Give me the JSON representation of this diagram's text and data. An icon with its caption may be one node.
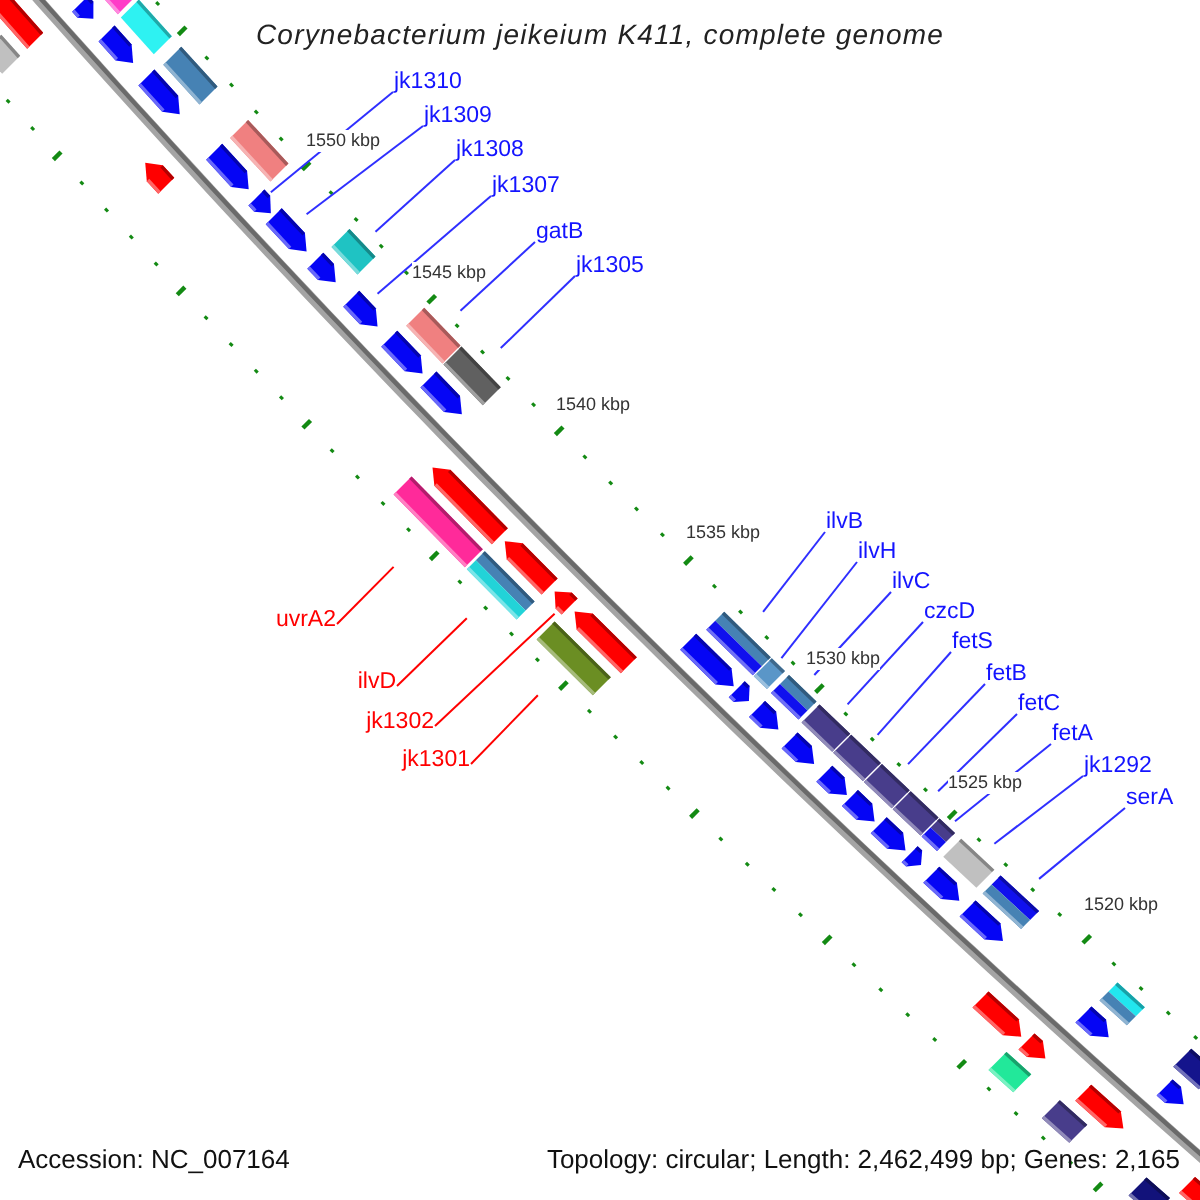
{
  "diagram": {
    "title": "Corynebacterium jeikeium K411, complete genome",
    "nodes": [
      {
        "text": [
          "jk1310"
        ]
      },
      {
        "text": [
          "jk1309"
        ]
      },
      {
        "text": [
          "jk1308"
        ]
      },
      {
        "text": [
          "jk1307"
        ]
      },
      {
        "text": [
          "gatB"
        ]
      },
      {
        "text": [
          "jk1305"
        ]
      },
      {
        "text": [
          "ilvB"
        ]
      },
      {
        "text": [
          "ilvH"
        ]
      },
      {
        "text": [
          "ilvC"
        ]
      },
      {
        "text": [
          "czcD"
        ]
      },
      {
        "text": [
          "fetS"
        ]
      },
      {
        "text": [
          "fetB"
        ]
      },
      {
        "text": [
          "fetC"
        ]
      },
      {
        "text": [
          "fetA"
        ]
      },
      {
        "text": [
          "jk1292"
        ]
      },
      {
        "text": [
          "serA"
        ]
      },
      {
        "text": [
          "uvrA2"
        ]
      },
      {
        "text": [
          "ilvD"
        ]
      },
      {
        "text": [
          "jk1302"
        ]
      },
      {
        "text": [
          "jk1301"
        ]
      },
      {
        "text": [],
        "shape": "pentagon"
      },
      {
        "text": [],
        "shape": "bar"
      },
      {
        "text": [],
        "shape": "bar"
      },
      {
        "text": [],
        "shape": "pentagon"
      },
      {
        "text": [],
        "shape": "bar"
      },
      {
        "text": [],
        "shape": "pentagon"
      },
      {
        "text": [],
        "shape": "pentagon"
      },
      {
        "text": [],
        "shape": "bar"
      },
      {
        "text": [],
        "shape": "pentagon"
      },
      {
        "text": [],
        "shape": "pentagon"
      },
      {
        "text": [],
        "shape": "bar"
      },
      {
        "text": [],
        "shape": "pentagon"
      },
      {
        "text": [],
        "shape": "pentagon"
      },
      {
        "text": [],
        "shape": "pentagon"
      },
      {
        "text": [],
        "shape": "bar"
      },
      {
        "text": [],
        "shape": "pentagon"
      },
      {
        "text": [],
        "shape": "pentagon"
      },
      {
        "text": [],
        "shape": "bar"
      },
      {
        "text": [],
        "shape": "pentagon"
      },
      {
        "text": [],
        "shape": "bar"
      },
      {
        "text": [],
        "shape": "bar"
      },
      {
        "text": [],
        "shape": "pentagon"
      },
      {
        "text": [],
        "shape": "bar"
      },
      {
        "text": [],
        "shape": "pentagon"
      },
      {
        "text": [],
        "shape": "pentagon"
      },
      {
        "text": [],
        "shape": "bar"
      },
      {
        "text": [],
        "shape": "pentagon"
      },
      {
        "text": [],
        "shape": "pentagon"
      },
      {
        "text": [],
        "shape": "bar"
      },
      {
        "text": [],
        "shape": "pentagon"
      },
      {
        "text": [],
        "shape": "bar"
      },
      {
        "text": [],
        "shape": "bar"
      },
      {
        "text": [],
        "shape": "pentagon"
      },
      {
        "text": [],
        "shape": "bar"
      },
      {
        "text": [],
        "shape": "pentagon"
      },
      {
        "text": [],
        "shape": "bar"
      },
      {
        "text": [],
        "shape": "pentagon"
      },
      {
        "text": [],
        "shape": "bar"
      },
      {
        "text": [],
        "shape": "pentagon"
      },
      {
        "text": [],
        "shape": "bar"
      },
      {
        "text": [],
        "shape": "pentagon"
      },
      {
        "text": [],
        "shape": "bar"
      },
      {
        "text": [],
        "shape": "pentagon"
      },
      {
        "text": [],
        "shape": "bar"
      },
      {
        "text": [],
        "shape": "pentagon"
      },
      {
        "text": [],
        "shape": "bar"
      },
      {
        "text": [],
        "shape": "pentagon"
      },
      {
        "text": [],
        "shape": "pentagon"
      },
      {
        "text": [],
        "shape": "bar"
      },
      {
        "text": [],
        "shape": "pentagon"
      },
      {
        "text": [],
        "shape": "pentagon"
      },
      {
        "text": [],
        "shape": "bar"
      },
      {
        "text": [],
        "shape": "bar"
      },
      {
        "text": [],
        "shape": "pentagon"
      },
      {
        "text": [],
        "shape": "bar"
      },
      {
        "text": [],
        "shape": "pentagon"
      },
      {
        "text": [],
        "shape": "bar"
      },
      {
        "text": [],
        "shape": "pentagon"
      }
    ],
    "edges": [
      {
        "from": 0,
        "to": 31,
        "arrow": "none"
      },
      {
        "from": 1,
        "to": 32,
        "arrow": "none"
      },
      {
        "from": 2,
        "to": 34,
        "arrow": "none"
      },
      {
        "from": 3,
        "to": 35,
        "arrow": "none"
      },
      {
        "from": 4,
        "to": 37,
        "arrow": "none"
      },
      {
        "from": 5,
        "to": 39,
        "arrow": "none"
      },
      {
        "from": 6,
        "to": 48,
        "arrow": "none"
      },
      {
        "from": 7,
        "to": 50,
        "arrow": "none"
      },
      {
        "from": 8,
        "to": 51,
        "arrow": "none"
      },
      {
        "from": 9,
        "to": 53,
        "arrow": "none"
      },
      {
        "from": 10,
        "to": 55,
        "arrow": "none"
      },
      {
        "from": 11,
        "to": 57,
        "arrow": "none"
      },
      {
        "from": 12,
        "to": 59,
        "arrow": "none"
      },
      {
        "from": 13,
        "to": 61,
        "arrow": "none"
      },
      {
        "from": 14,
        "to": 63,
        "arrow": "none"
      },
      {
        "from": 15,
        "to": 65,
        "arrow": "none"
      },
      {
        "from": 16,
        "to": 40,
        "arrow": "none",
        "color": "#ff0000"
      },
      {
        "from": 17,
        "to": 42,
        "arrow": "none",
        "color": "#ff0000"
      },
      {
        "from": 18,
        "to": 44,
        "arrow": "none",
        "color": "#ff0000"
      },
      {
        "from": 19,
        "to": 45,
        "arrow": "none",
        "color": "#ff0000"
      }
    ],
    "labels": [
      "1550 kbp",
      "1545 kbp",
      "1540 kbp",
      "1535 kbp",
      "1530 kbp",
      "1525 kbp",
      "1520 kbp",
      "Accession: NC_007164",
      "Topology: circular; Length: 2,462,499 bp; Genes: 2,165"
    ]
  }
}
